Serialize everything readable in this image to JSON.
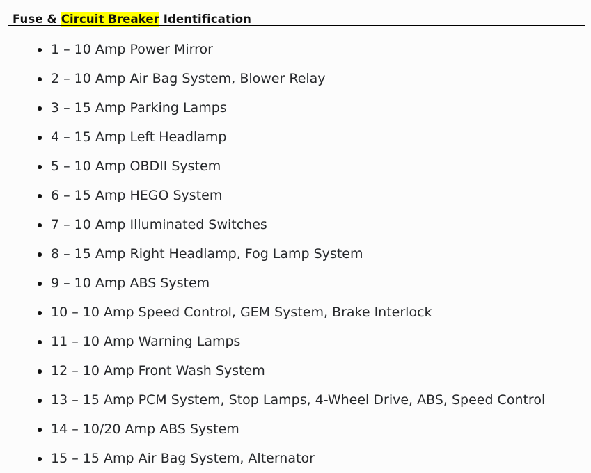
{
  "heading": {
    "before": "Fuse & ",
    "highlight": "Circuit Breaker",
    "after": " Identification",
    "full_text": "Fuse & Circuit Breaker Identification",
    "highlight_color": "#ffff00",
    "text_color": "#111111"
  },
  "list": {
    "marker": "disc",
    "items": [
      {
        "text": "1 – 10 Amp Power Mirror"
      },
      {
        "text": "2 – 10 Amp Air Bag System, Blower Relay"
      },
      {
        "text": "3 – 15 Amp Parking Lamps"
      },
      {
        "text": "4 – 15 Amp Left Headlamp"
      },
      {
        "text": "5 – 10 Amp OBDII System"
      },
      {
        "text": "6 – 15 Amp HEGO System"
      },
      {
        "text": "7 – 10 Amp Illuminated Switches"
      },
      {
        "text": "8 – 15 Amp Right Headlamp, Fog Lamp System"
      },
      {
        "text": "9 – 10 Amp ABS System"
      },
      {
        "text": "10 – 10 Amp Speed Control, GEM System, Brake Interlock"
      },
      {
        "text": "11 – 10 Amp Warning Lamps"
      },
      {
        "text": "12 – 10 Amp Front Wash System"
      },
      {
        "text": "13 – 15 Amp PCM System, Stop Lamps, 4-Wheel Drive, ABS, Speed Control"
      },
      {
        "text": "14 – 10/20 Amp ABS System"
      },
      {
        "text": "15 – 15 Amp Air Bag System, Alternator"
      }
    ]
  }
}
